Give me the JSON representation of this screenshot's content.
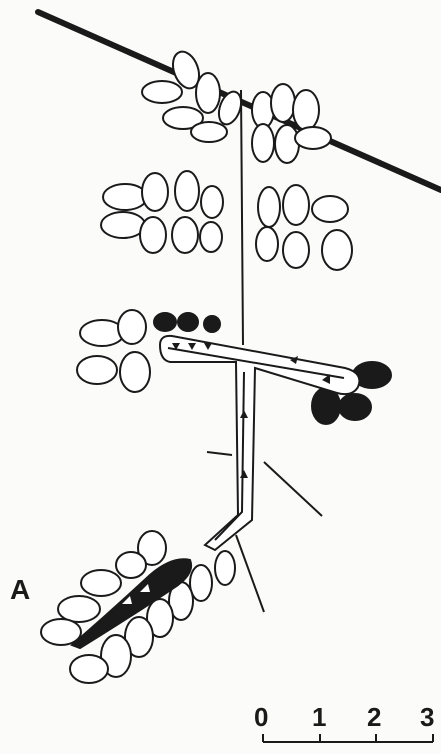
{
  "figure": {
    "panel_label": "A",
    "scale_bar": {
      "ticks": [
        "0",
        "1",
        "2",
        "3"
      ]
    }
  },
  "colors": {
    "ink": "#1a1a1a",
    "paper": "#fbfbfa"
  }
}
